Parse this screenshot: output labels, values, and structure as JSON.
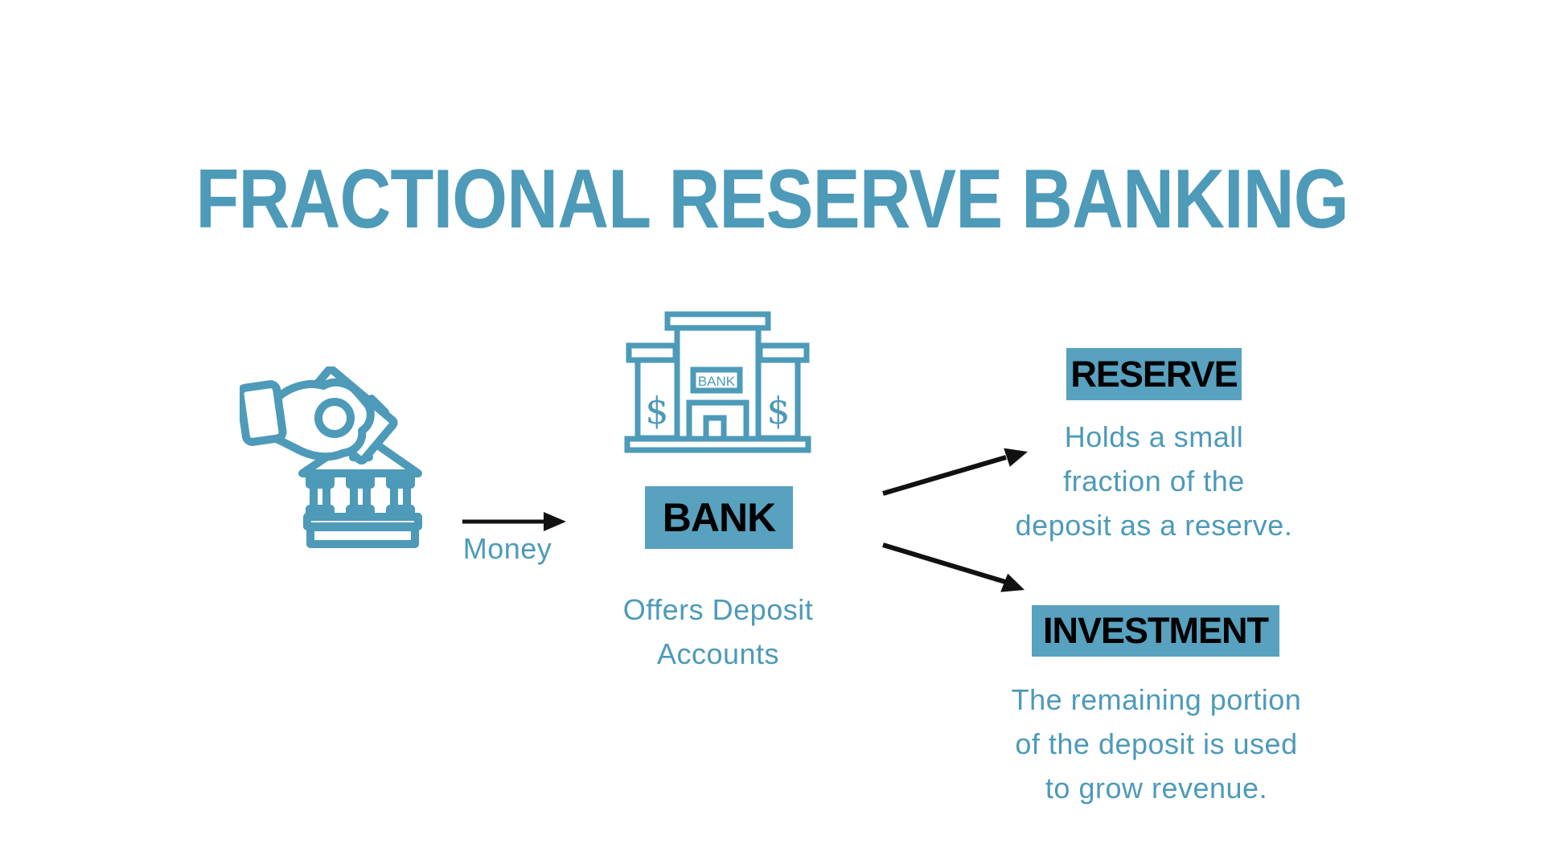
{
  "title": "FRACTIONAL RESERVE BANKING",
  "colors": {
    "accent_teal": "#4d9ab9",
    "box_background": "#58a1bf",
    "arrow_black": "#111111",
    "label_text": "#000000",
    "background": "#ffffff"
  },
  "icons": {
    "deposit_icon": "hand-depositing-money-into-bank",
    "bank_icon": "bank-building",
    "building_sign": "BANK",
    "dollar": "$"
  },
  "flow": {
    "money_label": "Money",
    "bank": {
      "label": "BANK",
      "caption": [
        "Offers Deposit",
        "Accounts"
      ]
    },
    "reserve": {
      "label": "RESERVE",
      "description": [
        "Holds a small",
        "fraction of the",
        "deposit as a reserve."
      ]
    },
    "investment": {
      "label": "INVESTMENT",
      "description": [
        "The remaining portion",
        "of the deposit is used",
        "to grow revenue."
      ]
    }
  }
}
